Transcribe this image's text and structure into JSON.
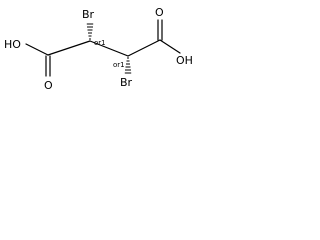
{
  "molecule": {
    "atoms": {
      "ho_left": "HO",
      "o_left": "O",
      "br_top": "Br",
      "br_bottom": "Br",
      "o_right": "O",
      "oh_right": "OH"
    },
    "stereo_labels": {
      "c2": "or1",
      "c3": "or1"
    }
  }
}
